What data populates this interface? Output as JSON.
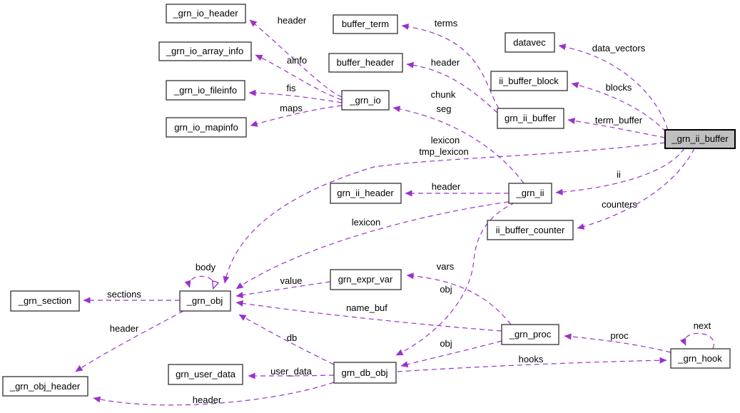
{
  "diagram": {
    "type": "collaboration-graph",
    "colors": {
      "edge": "#9a32cd",
      "box_border": "#404040",
      "box_fill": "#ffffff",
      "main_box_fill": "#bfbfbf",
      "text": "#000000",
      "background": "#ffffff"
    },
    "nodes": [
      {
        "id": "_grn_io_header",
        "label": "_grn_io_header"
      },
      {
        "id": "_grn_io_array_info",
        "label": "_grn_io_array_info"
      },
      {
        "id": "_grn_io_fileinfo",
        "label": "_grn_io_fileinfo"
      },
      {
        "id": "grn_io_mapinfo",
        "label": "grn_io_mapinfo"
      },
      {
        "id": "buffer_term",
        "label": "buffer_term"
      },
      {
        "id": "buffer_header",
        "label": "buffer_header"
      },
      {
        "id": "_grn_io",
        "label": "_grn_io"
      },
      {
        "id": "datavec",
        "label": "datavec"
      },
      {
        "id": "ii_buffer_block",
        "label": "ii_buffer_block"
      },
      {
        "id": "grn_ii_buffer",
        "label": "grn_ii_buffer"
      },
      {
        "id": "_grn_ii_buffer",
        "label": "_grn_ii_buffer"
      },
      {
        "id": "grn_ii_header",
        "label": "grn_ii_header"
      },
      {
        "id": "_grn_ii",
        "label": "_grn_ii"
      },
      {
        "id": "ii_buffer_counter",
        "label": "ii_buffer_counter"
      },
      {
        "id": "grn_expr_var",
        "label": "grn_expr_var"
      },
      {
        "id": "_grn_obj",
        "label": "_grn_obj"
      },
      {
        "id": "_grn_section",
        "label": "_grn_section"
      },
      {
        "id": "_grn_proc",
        "label": "_grn_proc"
      },
      {
        "id": "_grn_hook",
        "label": "_grn_hook"
      },
      {
        "id": "grn_user_data",
        "label": "grn_user_data"
      },
      {
        "id": "grn_db_obj",
        "label": "grn_db_obj"
      },
      {
        "id": "_grn_obj_header",
        "label": "_grn_obj_header"
      }
    ],
    "edge_labels": {
      "io_header": "header",
      "ainfo": "ainfo",
      "fis": "fis",
      "maps": "maps",
      "terms": "terms",
      "buffer_header": "header",
      "chunk": "chunk",
      "seg": "seg",
      "data_vectors": "data_vectors",
      "blocks": "blocks",
      "term_buffer": "term_buffer",
      "lexicon_line1": "lexicon",
      "lexicon_line2": "tmp_lexicon",
      "ii_header": "header",
      "ii": "ii",
      "counters": "counters",
      "lexicon_ii": "lexicon",
      "body": "body",
      "value": "value",
      "vars": "vars",
      "obj_ii": "obj",
      "sections": "sections",
      "name_buf": "name_buf",
      "obj_header": "header",
      "db": "db",
      "obj_proc": "obj",
      "user_data": "user_data",
      "db_obj_header": "header",
      "hooks": "hooks",
      "proc": "proc",
      "next": "next"
    }
  }
}
